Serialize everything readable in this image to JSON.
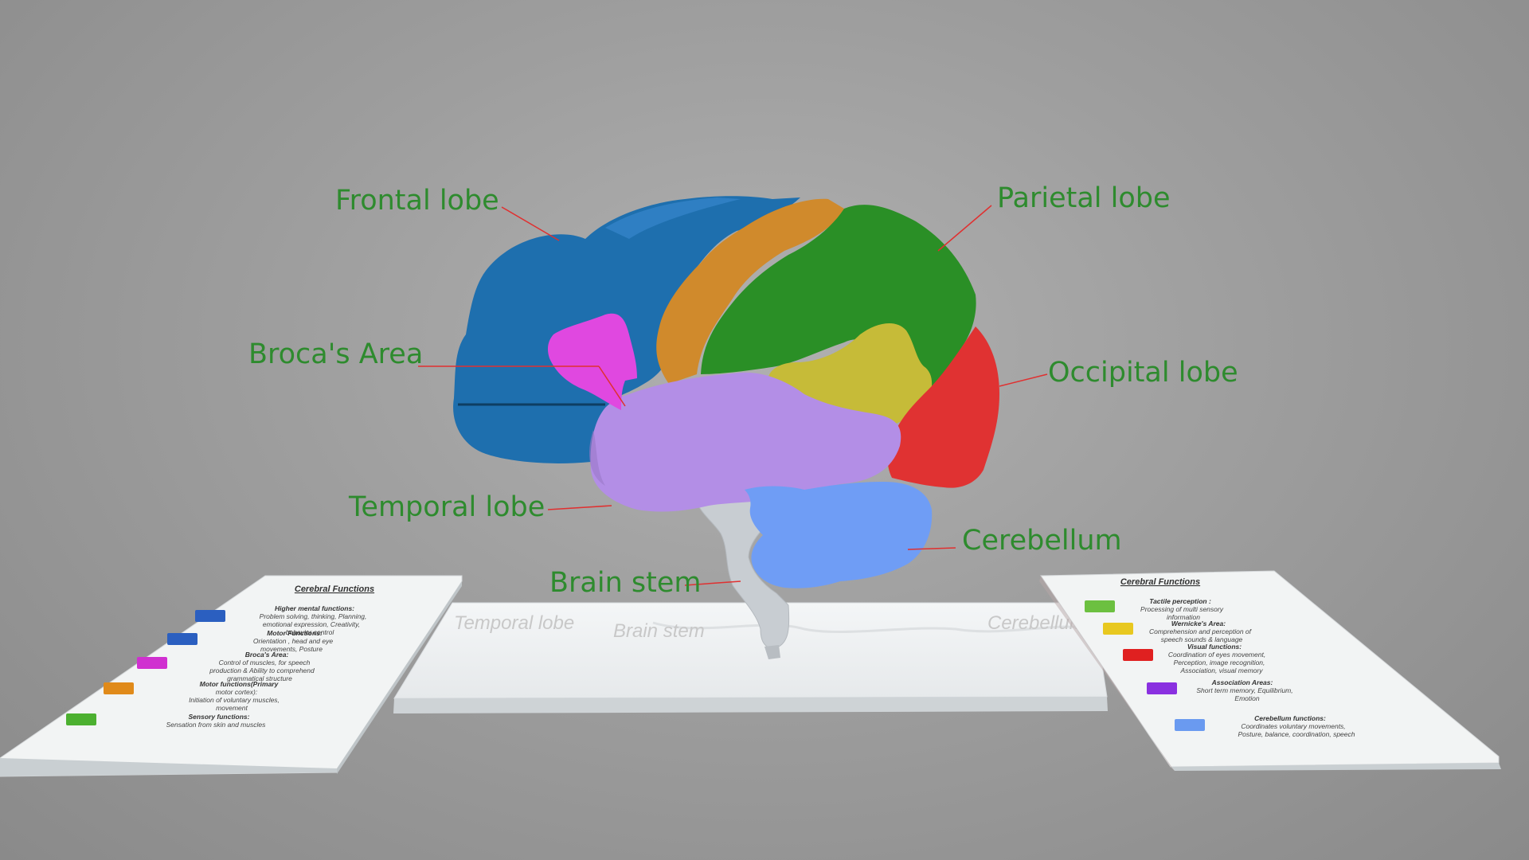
{
  "labels": {
    "frontal": "Frontal lobe",
    "parietal": "Parietal lobe",
    "broca": "Broca's Area",
    "occipital": "Occipital lobe",
    "temporal": "Temporal lobe",
    "cerebellum": "Cerebellum",
    "brainstem": "Brain stem"
  },
  "base_reflection": {
    "left": "Temporal lobe",
    "left_sub": "Brain stem",
    "right": "Cerebellum"
  },
  "colors": {
    "frontal": "#1e6fae",
    "motor": "#d08a2c",
    "parietal": "#2a8f26",
    "wernicke": "#c6bb38",
    "occipital": "#e03232",
    "broca": "#e048e0",
    "temporal": "#b38ee6",
    "cerebellum": "#6f9df5",
    "brainstem": "#c8cdd2",
    "label_text": "#2e8b2e",
    "leader_line": "#e03030"
  },
  "left_card": {
    "title": "Cerebral Functions",
    "items": [
      {
        "color": "#2b5fc0",
        "heading": "Higher mental functions:",
        "lines": [
          "Problem solving, thinking, Planning,",
          "emotional expression, Creativity,",
          "behavior control"
        ]
      },
      {
        "color": "#2b5fc0",
        "heading": "Motor Functions:",
        "lines": [
          "Orientation , head and eye",
          "movements, Posture"
        ]
      },
      {
        "color": "#d030d0",
        "heading": "Broca's Area:",
        "lines": [
          "Control of muscles, for speech",
          "production & Ability to comprehend",
          "grammatical structure"
        ]
      },
      {
        "color": "#e08a1a",
        "heading": "Motor functions(Primary",
        "lines": [
          "motor cortex):",
          "Initiation of voluntary muscles,",
          "movement"
        ]
      },
      {
        "color": "#4cb030",
        "heading": "Sensory functions:",
        "lines": [
          "Sensation from skin and muscles"
        ]
      }
    ]
  },
  "right_card": {
    "title": "Cerebral Functions",
    "items": [
      {
        "color": "#6cc040",
        "heading": "Tactile perception :",
        "lines": [
          "Processing of multi sensory",
          "information"
        ]
      },
      {
        "color": "#e8c820",
        "heading": "Wernicke's Area:",
        "lines": [
          "Comprehension and perception of",
          "speech sounds & language"
        ]
      },
      {
        "color": "#e02020",
        "heading": "Visual functions:",
        "lines": [
          "Coordination of eyes movement,",
          "Perception, image recognition,",
          "Association, visual memory"
        ]
      },
      {
        "color": "#8a30e0",
        "heading": "Association Areas:",
        "lines": [
          "Short term memory, Equilibrium,",
          "Emotion"
        ]
      },
      {
        "color": "#6a9af0",
        "heading": "Cerebellum functions:",
        "lines": [
          "Coordinates voluntary movements,",
          "Posture, balance, coordination, speech"
        ]
      }
    ]
  }
}
